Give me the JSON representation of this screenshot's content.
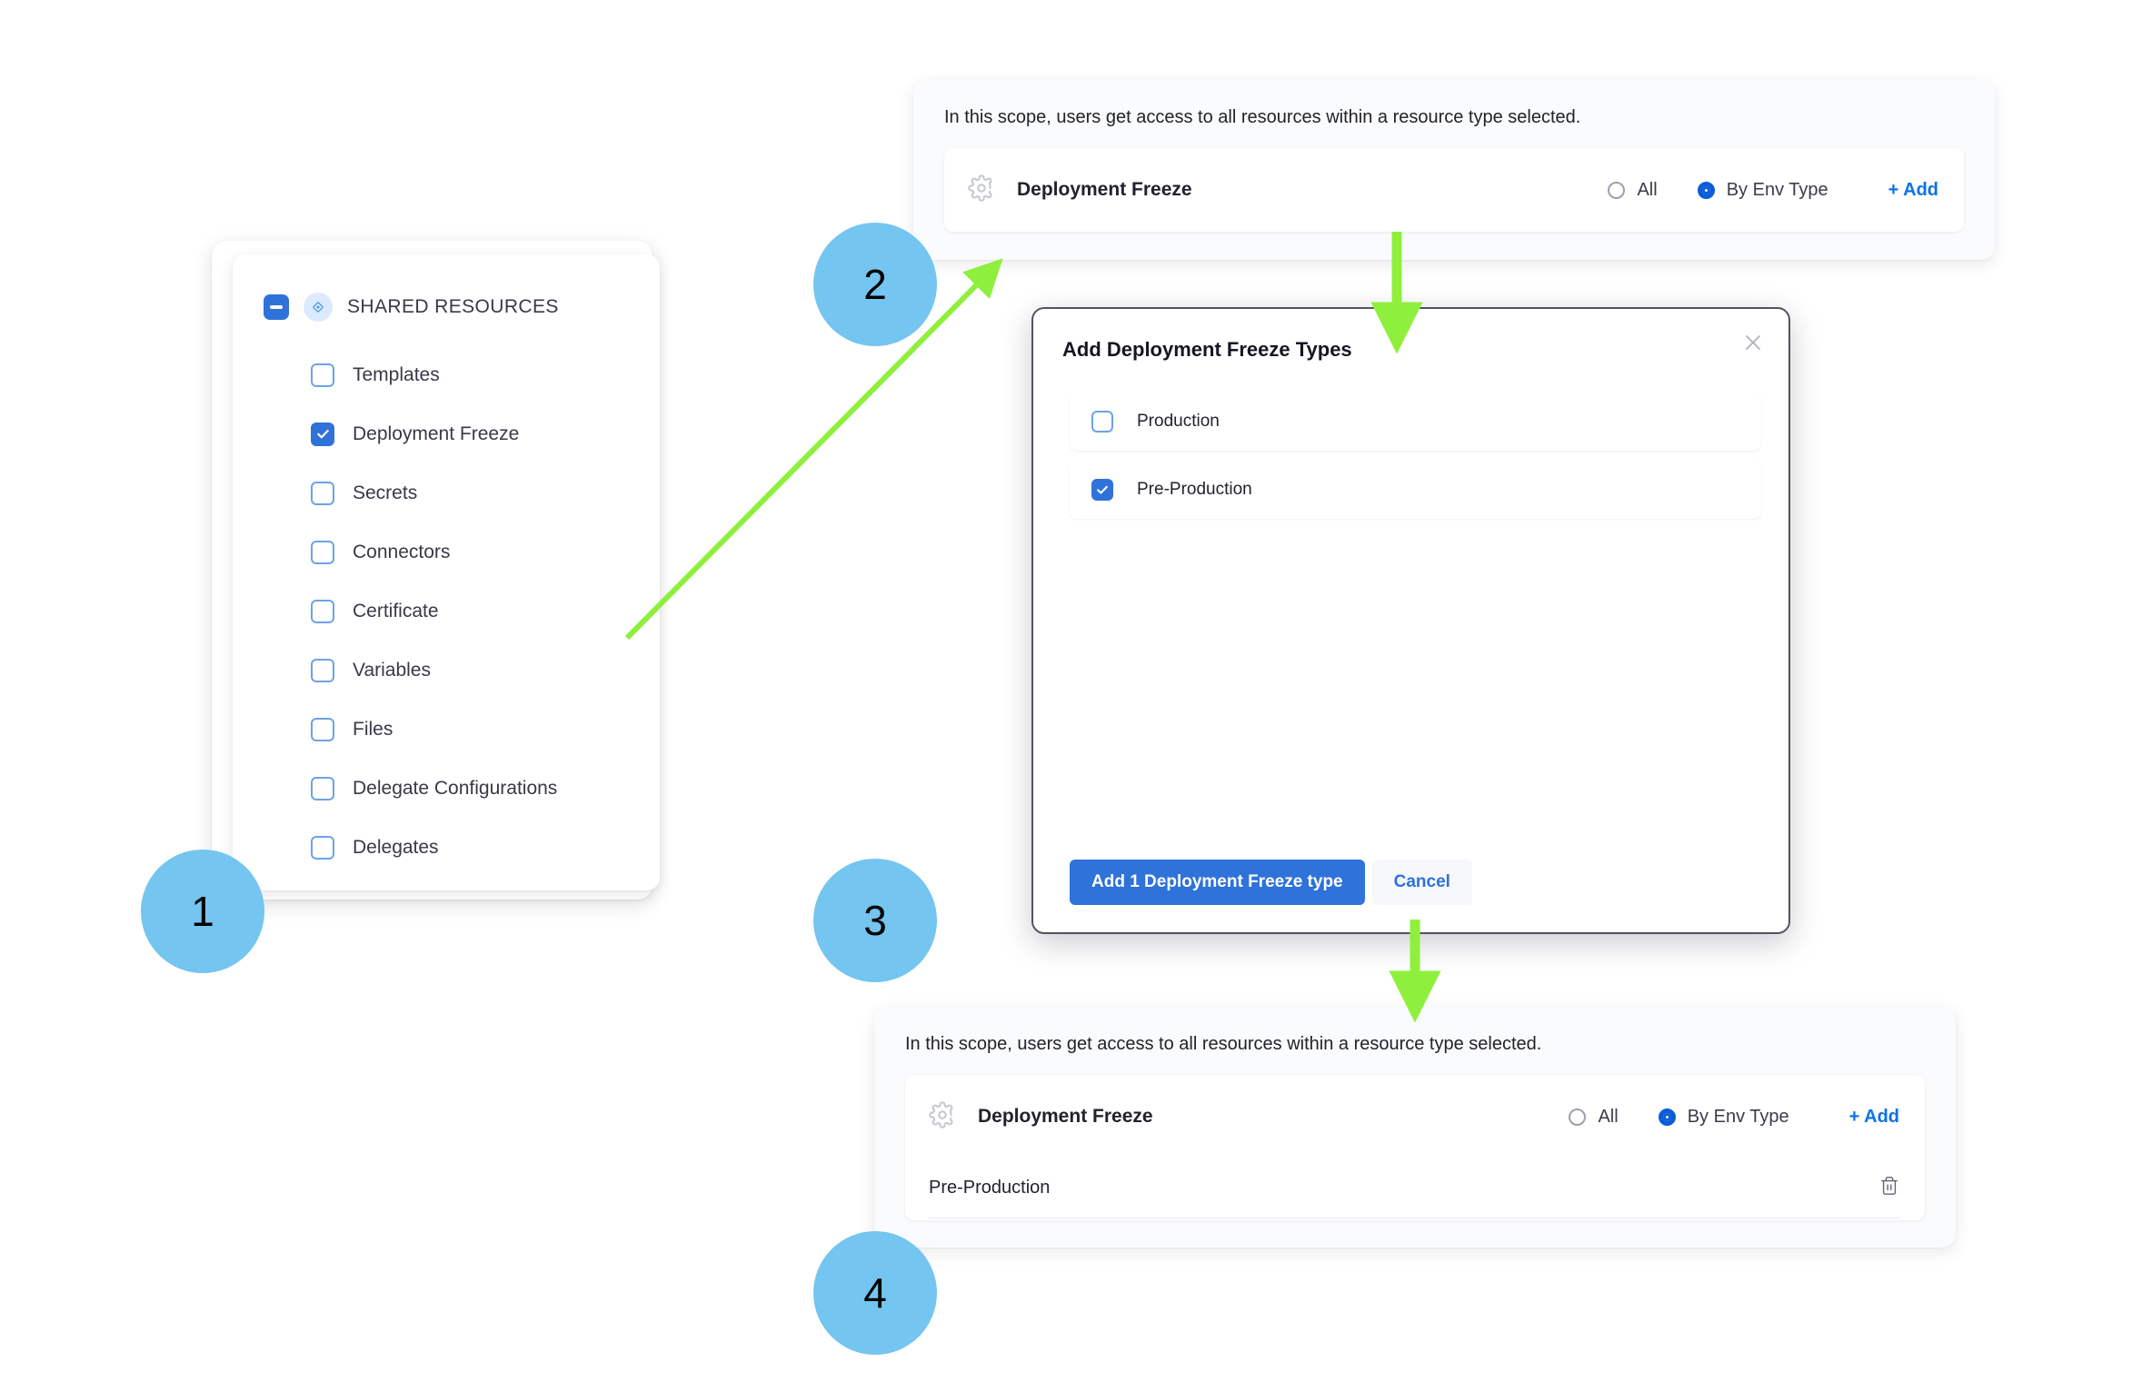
{
  "colors": {
    "step_badge": "#74C5EF",
    "arrow_green": "#8EF03C",
    "primary_blue": "#2F72D9",
    "link_blue": "#0B72E8",
    "radio_selected": "#0B5CD8",
    "panel_background": "#FAFBFD",
    "modal_border": "#52535F"
  },
  "steps": {
    "one": "1",
    "two": "2",
    "three": "3",
    "four": "4"
  },
  "tree_panel": {
    "header": {
      "title": "SHARED RESOURCES",
      "expand_icon": "minus-square-icon",
      "resource_icon": "shared-resources-icon",
      "checkbox_state": "indeterminate"
    },
    "items": [
      {
        "label": "Templates",
        "checked": false
      },
      {
        "label": "Deployment Freeze",
        "checked": true
      },
      {
        "label": "Secrets",
        "checked": false
      },
      {
        "label": "Connectors",
        "checked": false
      },
      {
        "label": "Certificate",
        "checked": false
      },
      {
        "label": "Variables",
        "checked": false
      },
      {
        "label": "Files",
        "checked": false
      },
      {
        "label": "Delegate Configurations",
        "checked": false
      },
      {
        "label": "Delegates",
        "checked": false
      }
    ]
  },
  "scope_panel_top": {
    "caption": "In this scope, users get access to all resources within a resource type selected.",
    "resource_icon": "gear-icon",
    "resource_name": "Deployment Freeze",
    "radio_options": [
      {
        "label": "All",
        "selected": false
      },
      {
        "label": "By Env Type",
        "selected": true
      }
    ],
    "add_label": "+ Add",
    "env_rows": []
  },
  "modal": {
    "title": "Add Deployment Freeze Types",
    "close_icon": "close-icon",
    "options": [
      {
        "label": "Production",
        "checked": false
      },
      {
        "label": "Pre-Production",
        "checked": true
      }
    ],
    "primary_button": "Add 1 Deployment Freeze type",
    "secondary_button": "Cancel"
  },
  "scope_panel_bottom": {
    "caption": "In this scope, users get access to all resources within a resource type selected.",
    "resource_icon": "gear-icon",
    "resource_name": "Deployment Freeze",
    "radio_options": [
      {
        "label": "All",
        "selected": false
      },
      {
        "label": "By Env Type",
        "selected": true
      }
    ],
    "add_label": "+ Add",
    "env_rows": [
      {
        "name": "Pre-Production",
        "delete_icon": "trash-icon"
      }
    ]
  }
}
